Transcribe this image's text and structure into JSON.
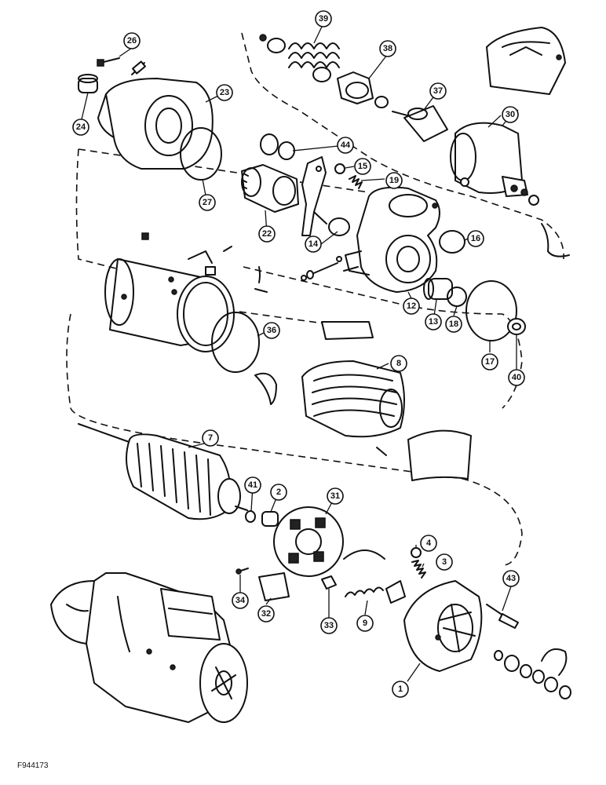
{
  "figure_code": "F944173",
  "callouts": [
    "1",
    "2",
    "3",
    "4",
    "7",
    "8",
    "9",
    "12",
    "13",
    "14",
    "15",
    "16",
    "17",
    "18",
    "19",
    "22",
    "23",
    "24",
    "26",
    "27",
    "30",
    "31",
    "32",
    "33",
    "34",
    "36",
    "37",
    "38",
    "39",
    "40",
    "41",
    "43",
    "44"
  ]
}
